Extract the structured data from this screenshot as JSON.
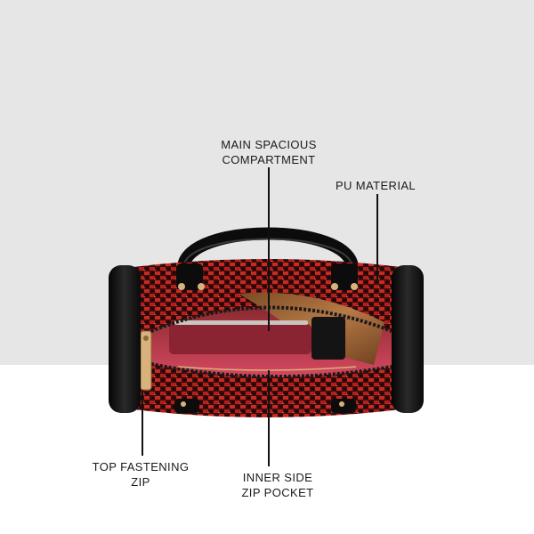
{
  "callouts": {
    "main_compartment": [
      "MAIN SPACIOUS",
      "COMPARTMENT"
    ],
    "pu_material": [
      "PU MATERIAL"
    ],
    "top_zip": [
      "TOP FASTENING",
      "ZIP"
    ],
    "inner_pocket": [
      "INNER SIDE",
      "ZIP POCKET"
    ]
  },
  "colors": {
    "background_top": "#e6e6e6",
    "background_bottom": "#ffffff",
    "bag_black": "#121212",
    "tweed_red": "#b3201c",
    "lining_pink": "#c23a4e",
    "leather_brown": "#a06a3c",
    "gold_hardware": "#d8b27a"
  }
}
